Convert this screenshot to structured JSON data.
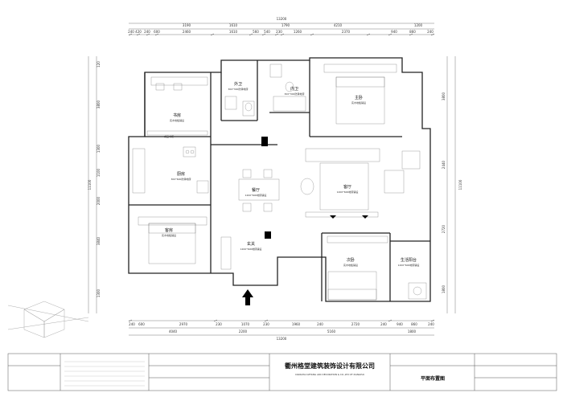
{
  "plan": {
    "total_width": "13200",
    "top_segments": [
      "240",
      "420",
      "240",
      "600",
      "2460",
      "1610",
      "560",
      "540",
      "230",
      "1260",
      "2370",
      "940",
      "860",
      "240"
    ],
    "top_groups": [
      "3190",
      "1610",
      "1790",
      "4210",
      "1200"
    ],
    "bottom_segments": [
      "240",
      "600",
      "2970",
      "230",
      "1070",
      "230",
      "1960",
      "240",
      "2720",
      "240",
      "940",
      "860",
      "240"
    ],
    "bottom_groups": [
      "4040",
      "2200",
      "5160",
      "1800"
    ],
    "left_dims": [
      "120",
      "3800",
      "1300",
      "1100",
      "2000",
      "3840",
      "1300"
    ],
    "left_total": "11100",
    "right_dims": [
      "3800",
      "2440",
      "2720",
      "1800"
    ],
    "right_total": "11100",
    "rooms": [
      {
        "name": "外卫",
        "note": "300*300防滑地砖"
      },
      {
        "name": "内卫",
        "note": "300*300防滑地砖"
      },
      {
        "name": "主卧",
        "note": "实木地板铺设"
      },
      {
        "name": "书房",
        "note": "实木地板铺设"
      },
      {
        "name": "厨房",
        "note": "300*600防滑地砖"
      },
      {
        "name": "餐厅",
        "note": "1200*600地砖铺设"
      },
      {
        "name": "客厅",
        "note": "1200*600地砖铺设"
      },
      {
        "name": "客房",
        "note": "实木地板铺设"
      },
      {
        "name": "玄关",
        "note": "1200*600地砖铺设"
      },
      {
        "name": "次卧",
        "note": "实木地板铺设"
      },
      {
        "name": "生活阳台",
        "note": "1200*600地砖铺设"
      }
    ],
    "extra_label": "成品书柜"
  },
  "title_block": {
    "company_cn": "衢州格堂建筑装饰设计有限公司",
    "company_en": "XIANGHAI GETANG ARC DECORATION & CO.,LTD OF XIANGHAI",
    "drawing_title": "平面布置图"
  }
}
